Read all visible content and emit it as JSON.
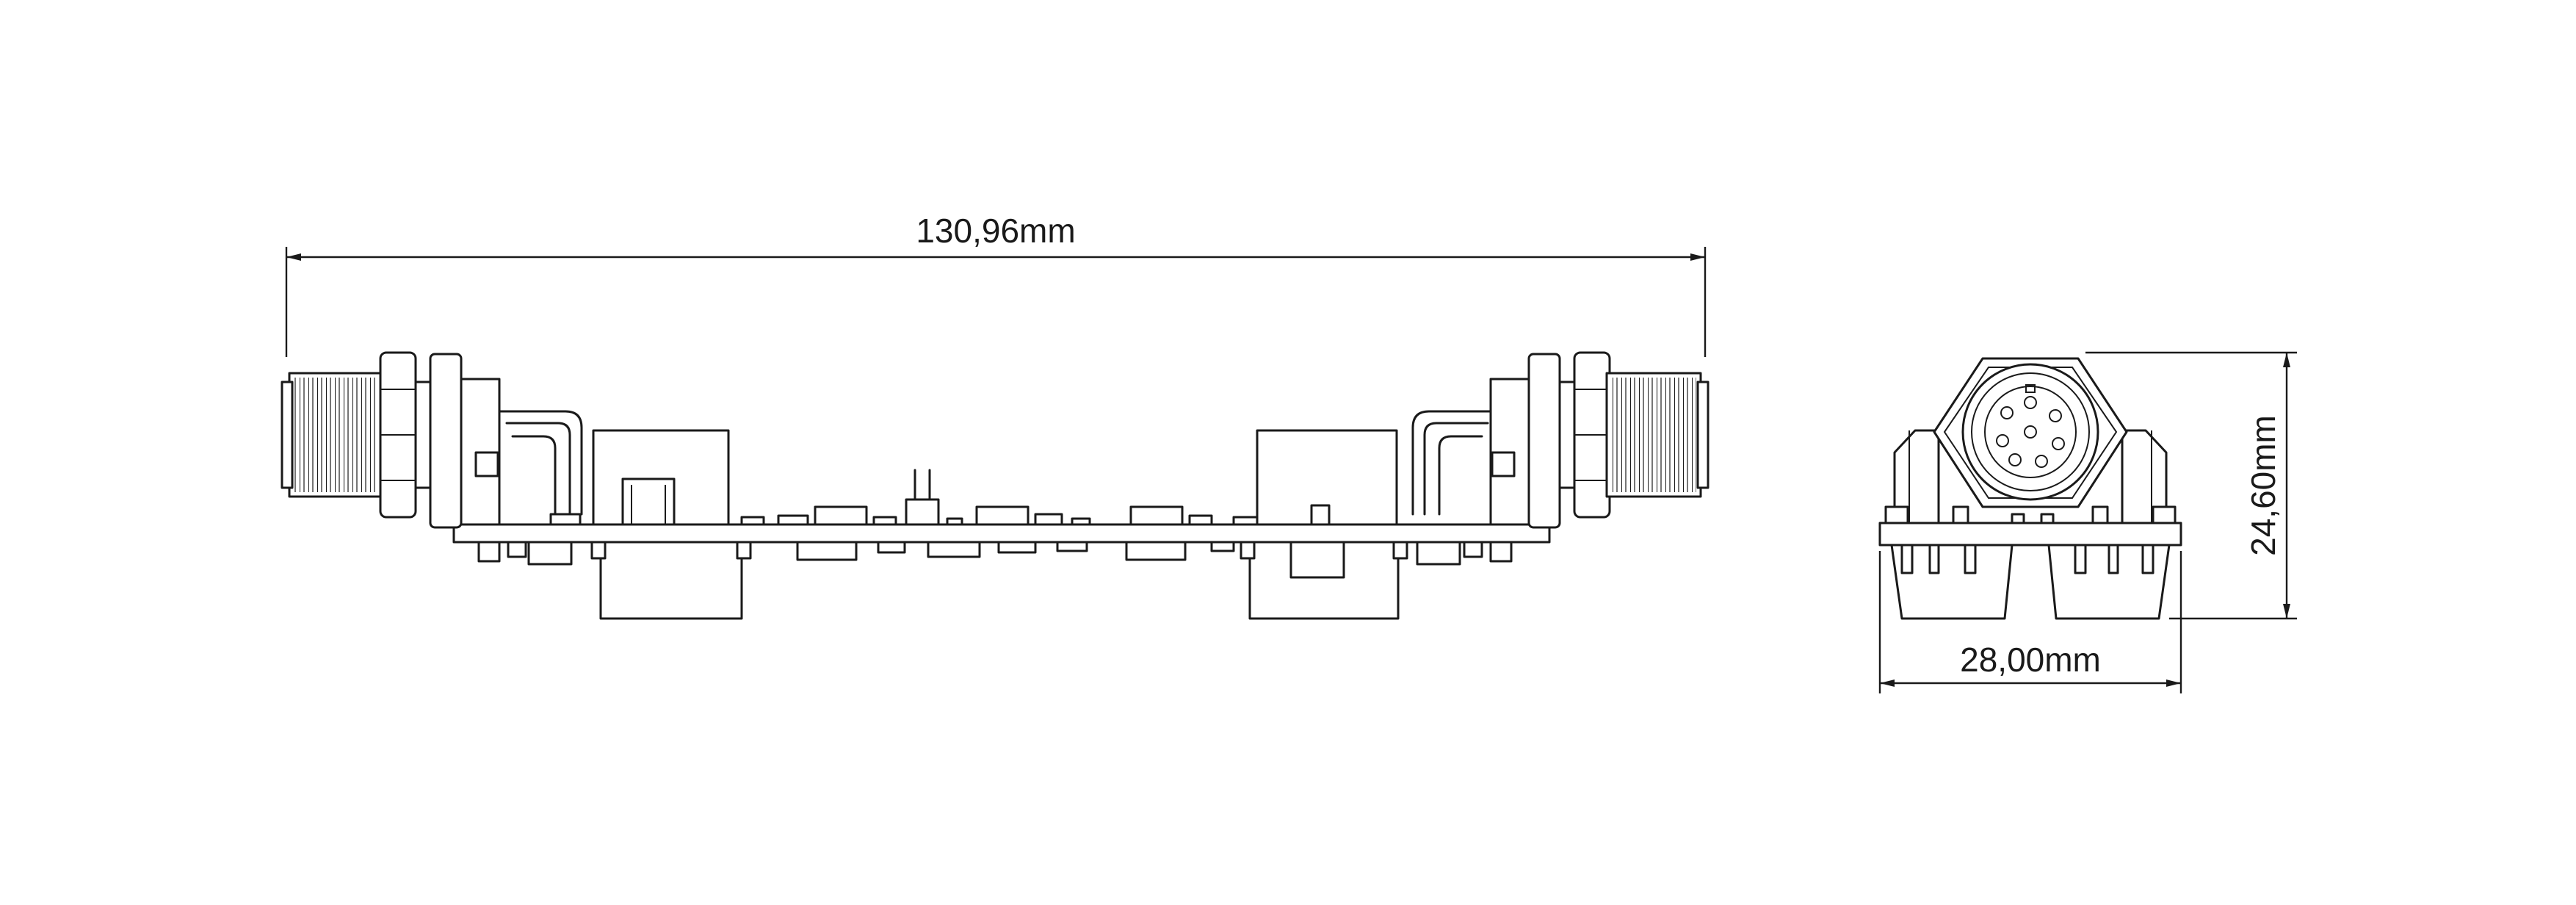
{
  "dimensions": {
    "length_label": "130,96mm",
    "width_label": "28,00mm",
    "height_label": "24,60mm"
  },
  "colors": {
    "line": "#1a1a1a",
    "background": "#ffffff"
  }
}
